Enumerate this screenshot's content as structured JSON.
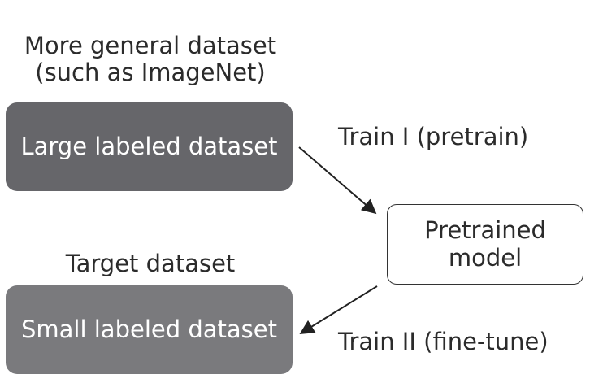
{
  "source_caption": {
    "line1": "More general dataset",
    "line2": "(such as ImageNet)"
  },
  "large_dataset_box": {
    "label": "Large labeled dataset"
  },
  "train1": {
    "label": "Train I (pretrain)"
  },
  "pretrained_model_box": {
    "line1": "Pretrained",
    "line2": "model"
  },
  "target_caption": {
    "label": "Target dataset"
  },
  "small_dataset_box": {
    "label": "Small labeled dataset"
  },
  "train2": {
    "label": "Train II (fine-tune)"
  },
  "colors": {
    "dark_box": "#66666a",
    "mid_box": "#7a7a7d",
    "text": "#2b2b2b",
    "arrow": "#222222"
  }
}
